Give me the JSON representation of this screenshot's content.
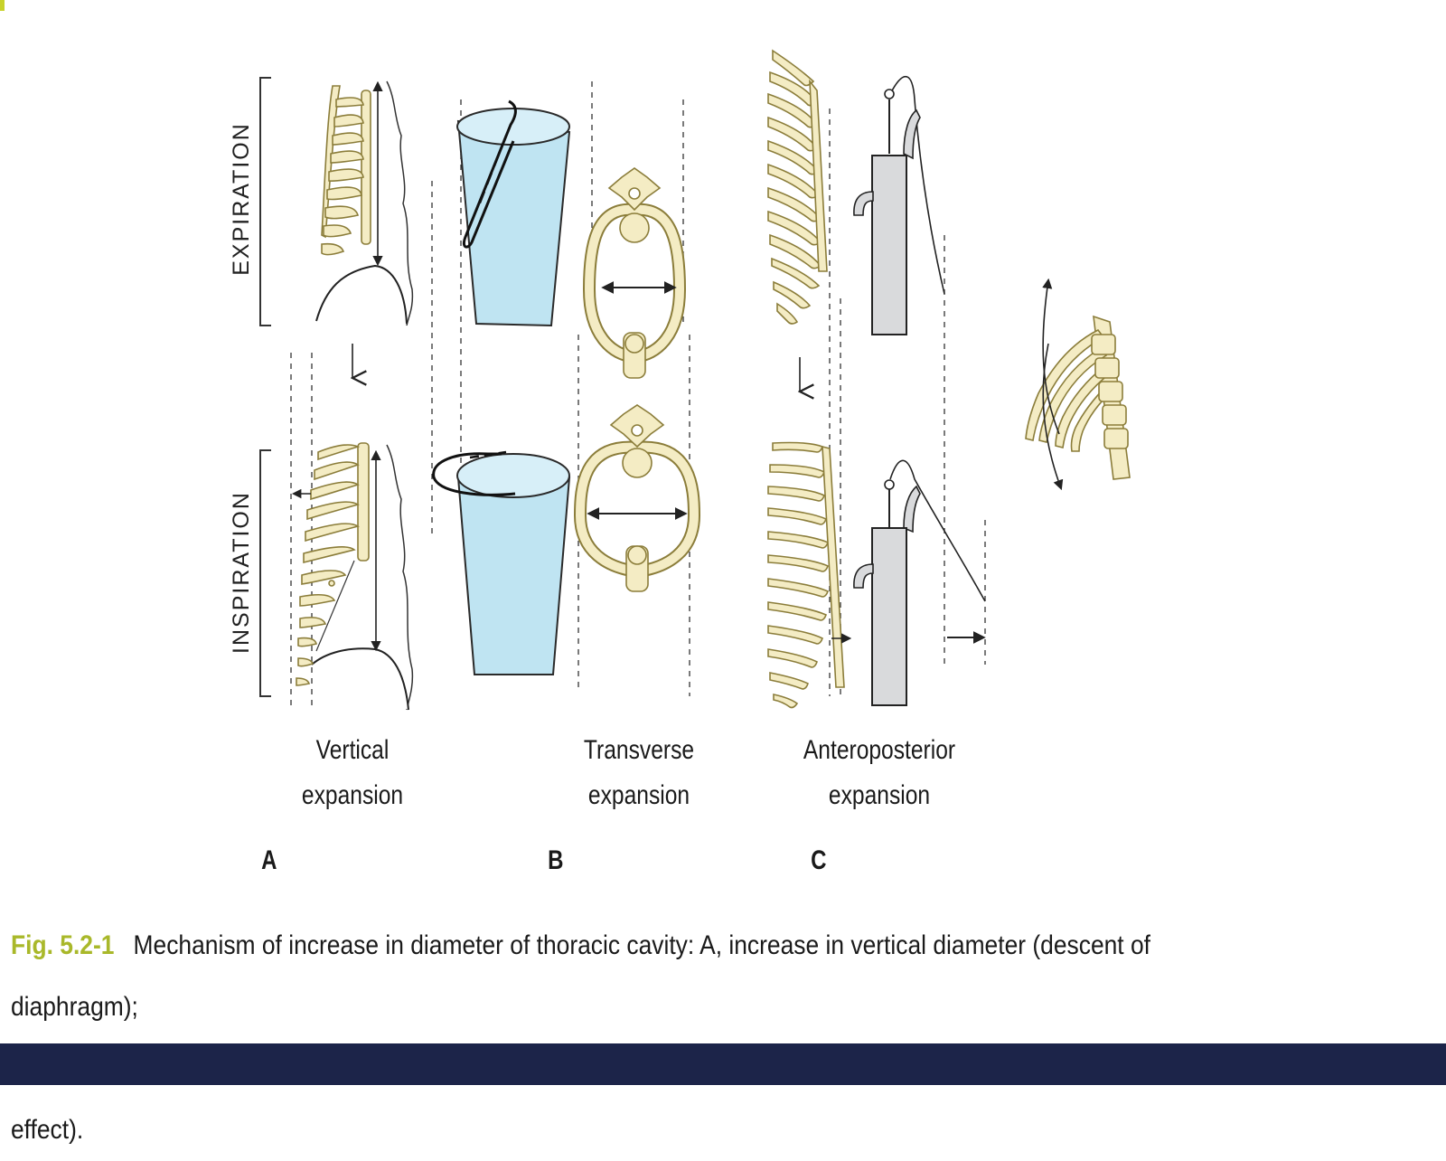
{
  "colors": {
    "bone": "#f4ecc4",
    "bone_stroke": "#8b7d3a",
    "bucket": "#bfe4f2",
    "bucket_stroke": "#2a2a2a",
    "pump": "#d9dadc",
    "fig_number": "#a9b82a",
    "footer_bar": "#1c2449",
    "corner_mark": "#c8d22a"
  },
  "diagram": {
    "side_labels": {
      "top": "EXPIRATION",
      "bottom": "INSPIRATION"
    },
    "panels": [
      {
        "letter": "A",
        "caption_line1": "Vertical",
        "caption_line2": "expansion"
      },
      {
        "letter": "B",
        "caption_line1": "Transverse",
        "caption_line2": "expansion"
      },
      {
        "letter": "C",
        "caption_line1": "Anteroposterior",
        "caption_line2": "expansion"
      }
    ]
  },
  "caption": {
    "fig_number": "Fig. 5.2-1",
    "line1": "Mechanism of increase in diameter of thoracic cavity: A, increase in vertical diameter (descent of diaphragm);",
    "line2": "B, increase in transverse diameter (bucket handle effect) and C, increase in anteroposterior diameter (pump handle effect)."
  },
  "icons": [
    "rib-cage-icon",
    "bucket-icon",
    "thoracic-cross-section-icon",
    "pump-icon",
    "rib-rotation-icon",
    "arrow-down-icon"
  ]
}
